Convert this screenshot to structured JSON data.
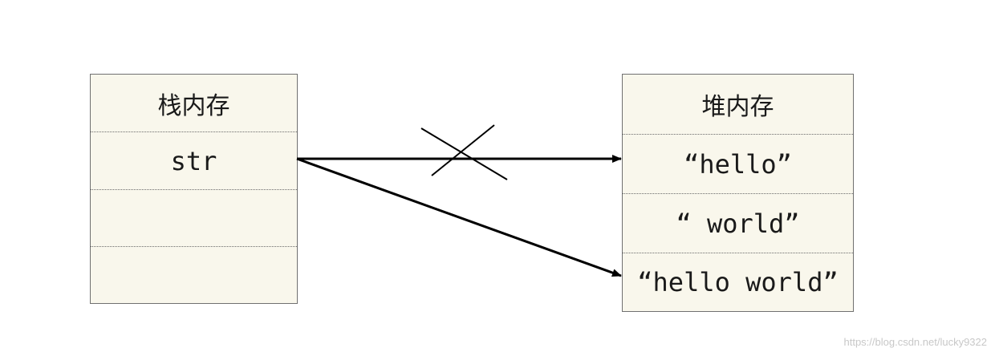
{
  "stack": {
    "title": "栈内存",
    "cells": [
      "str",
      "",
      ""
    ]
  },
  "heap": {
    "title": "堆内存",
    "cells": [
      "“hello”",
      "“ world”",
      "“hello world”"
    ]
  },
  "colors": {
    "box_fill": "#f9f7ec",
    "border": "#707070",
    "arrow": "#000000"
  },
  "watermark": "https://blog.csdn.net/lucky9322"
}
